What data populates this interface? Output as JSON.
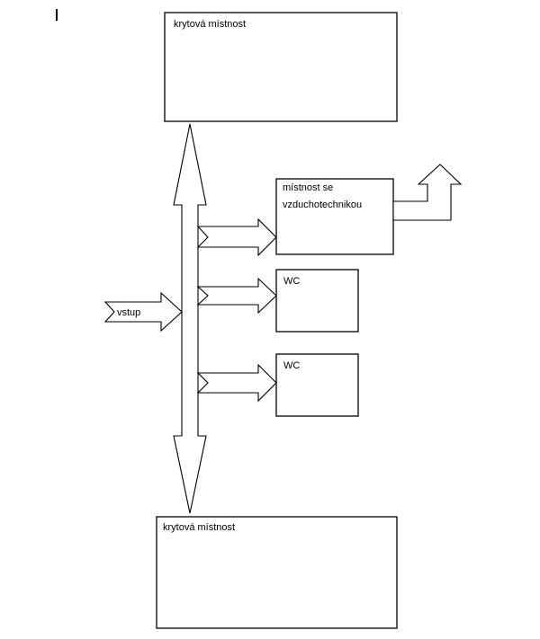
{
  "diagram": {
    "top_room": "krytová místnost",
    "bottom_room": "krytová místnost",
    "ventilation_room_line1": "místnost se",
    "ventilation_room_line2": "vzduchotechnikou",
    "wc1": "WC",
    "wc2": "WC",
    "entrance": "vstup"
  }
}
